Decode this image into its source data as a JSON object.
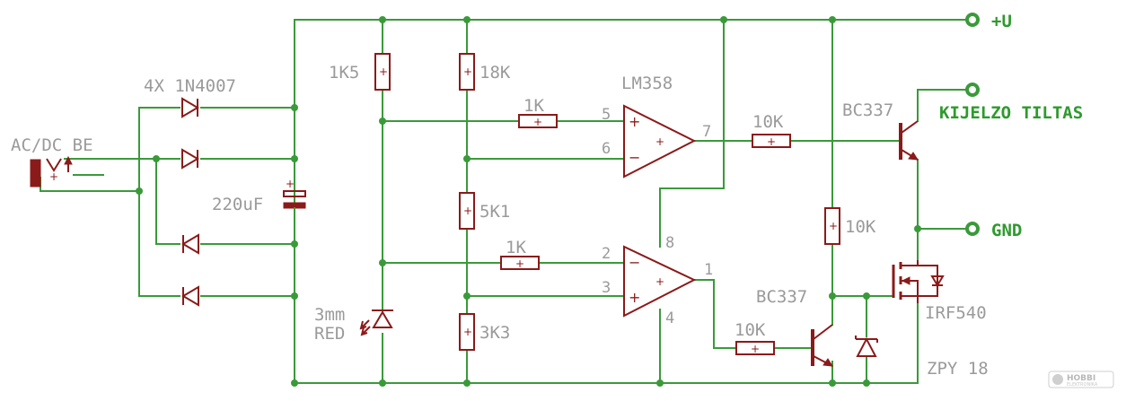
{
  "labels": {
    "ac_dc_in": "AC/DC BE",
    "diodes": "4X 1N4007",
    "cap": "220uF",
    "r_1k5": "1K5",
    "led": "3mm",
    "led_color": "RED",
    "r_18k": "18K",
    "r_5k1": "5K1",
    "r_3k3": "3K3",
    "r_1k_top": "1K",
    "r_1k_bot": "1K",
    "opamp": "LM358",
    "pin5": "5",
    "pin6": "6",
    "pin7": "7",
    "pin2": "2",
    "pin3": "3",
    "pin1": "1",
    "pin8": "8",
    "pin4": "4",
    "r_10k_top": "10K",
    "q_top": "BC337",
    "r_10k_mid": "10K",
    "q_bot": "BC337",
    "r_10k_bot": "10K",
    "mosfet": "IRF540",
    "zener": "ZPY 18"
  },
  "nets": {
    "vplus": "+U",
    "kijelzo": "KIJELZO TILTAS",
    "gnd": "GND"
  },
  "logo": {
    "brand": "HOBBI",
    "sub": "ELEKTRONIKA"
  },
  "colors": {
    "wire": "#3a9a3a",
    "part": "#8b1a1a",
    "label": "#9a9a9a",
    "net": "#2e9a2e"
  }
}
